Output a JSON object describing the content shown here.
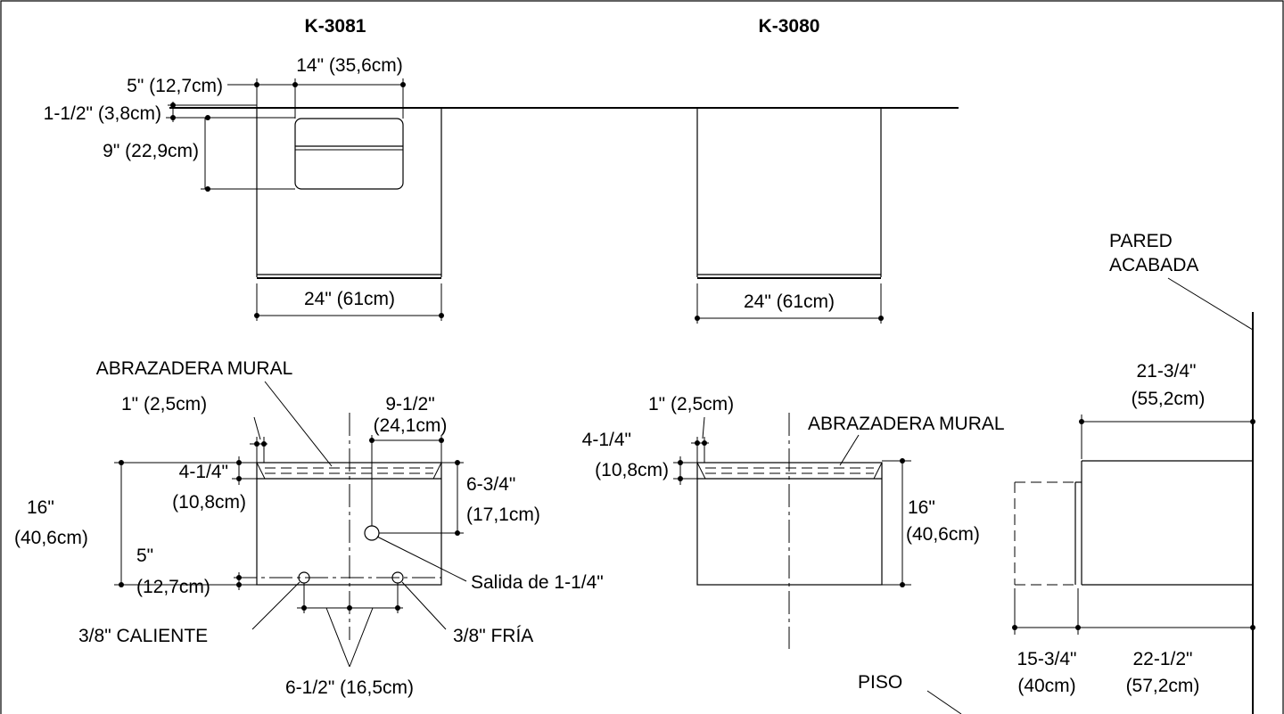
{
  "models": {
    "left": "K-3081",
    "right": "K-3080"
  },
  "labels": {
    "abrazadera": "ABRAZADERA MURAL",
    "salida": "Salida de 1-1/4\"",
    "caliente": "3/8\" CALIENTE",
    "fria": "3/8\" FRÍA",
    "pared_1": "PARED",
    "pared_2": "ACABADA",
    "piso": "PISO"
  },
  "dims": {
    "d_5in": "5\" (12,7cm)",
    "d_14in": "14\" (35,6cm)",
    "d_1_5in": "1-1/2\" (3,8cm)",
    "d_9in": "9\" (22,9cm)",
    "d_24in": "24\" (61cm)",
    "d_1in": "1\" (2,5cm)",
    "d_9_5in_a": "9-1/2\"",
    "d_9_5in_b": "(24,1cm)",
    "d_4_25in_a": "4-1/4\"",
    "d_4_25in_b": "(10,8cm)",
    "d_6_75in_a": "6-3/4\"",
    "d_6_75in_b": "(17,1cm)",
    "d_16in_a": "16\"",
    "d_16in_b": "(40,6cm)",
    "d_5in_a": "5\"",
    "d_5in_b": "(12,7cm)",
    "d_6_5in": "6-1/2\" (16,5cm)",
    "d_21_75in_a": "21-3/4\"",
    "d_21_75in_b": "(55,2cm)",
    "d_15_75in_a": "15-3/4\"",
    "d_15_75in_b": "(40cm)",
    "d_22_5in_a": "22-1/2\"",
    "d_22_5in_b": "(57,2cm)"
  }
}
